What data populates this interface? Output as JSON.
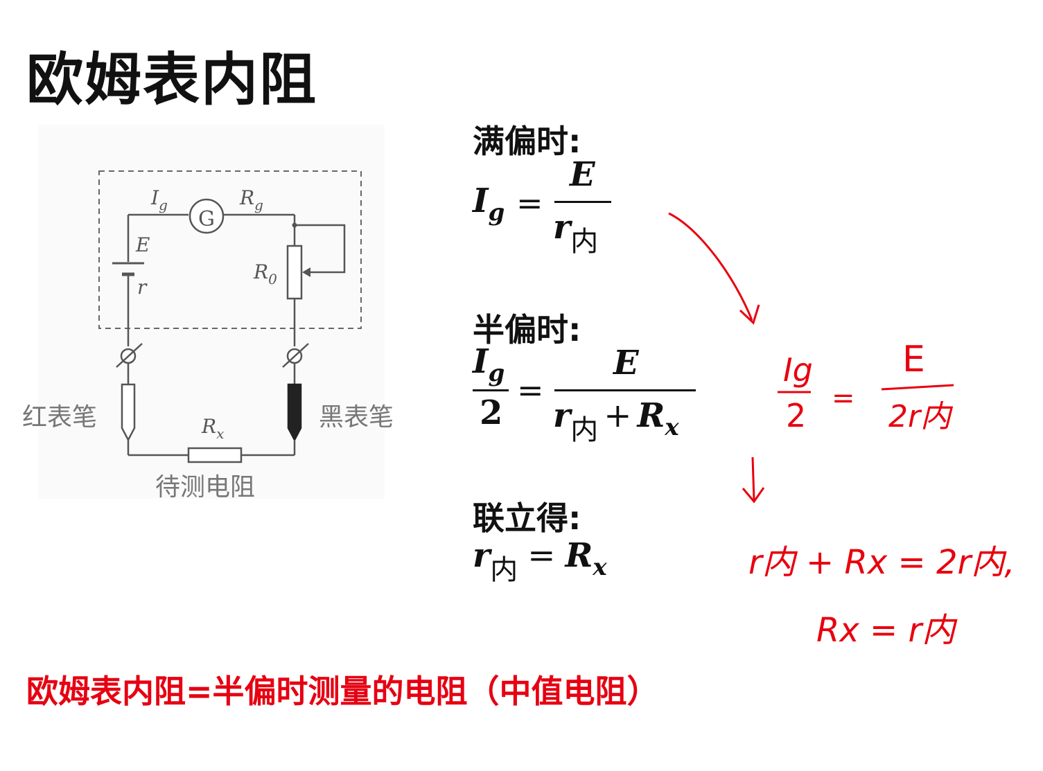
{
  "title": "欧姆表内阻",
  "circuit": {
    "label_Ig": "I",
    "label_Ig_sub": "g",
    "label_G": "G",
    "label_Rg": "R",
    "label_Rg_sub": "g",
    "label_E": "E",
    "label_r": "r",
    "label_R0": "R",
    "label_R0_sub": "0",
    "label_red_probe": "红表笔",
    "label_black_probe": "黑表笔",
    "label_Rx": "R",
    "label_Rx_sub": "x",
    "label_unknown": "待测电阻"
  },
  "sections": {
    "full": {
      "heading": "满偏时:",
      "lhs": "I",
      "lhs_sub": "g",
      "eq": "=",
      "num": "E",
      "den": "r",
      "den_sub": "内"
    },
    "half": {
      "heading": "半偏时:",
      "lhs_num": "I",
      "lhs_num_sub": "g",
      "lhs_den": "2",
      "eq": "=",
      "num": "E",
      "den_a": "r",
      "den_a_sub": "内",
      "plus": "+",
      "den_b": "R",
      "den_b_sub": "x"
    },
    "joint": {
      "heading": "联立得:",
      "lhs": "r",
      "lhs_sub": "内",
      "eq": "=",
      "rhs": "R",
      "rhs_sub": "x"
    }
  },
  "handwriting": {
    "eq1_lhs_num": "Ig",
    "eq1_lhs_den": "2",
    "eq1_eq": "=",
    "eq1_rhs_num": "E",
    "eq1_rhs_den": "2r内",
    "eq2": "r内 + Rx = 2r内,",
    "eq3": "Rx = r内"
  },
  "conclusion": "欧姆表内阻=半偏时测量的电阻（中值电阻）",
  "colors": {
    "accent_red": "#e60012",
    "ink_red": "#e8000e",
    "text": "#111111",
    "circuit": "#555555"
  }
}
